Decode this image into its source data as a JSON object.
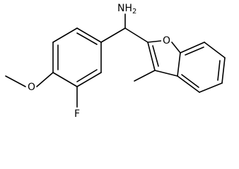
{
  "molecule": {
    "atoms": {
      "amine": "NH",
      "amine_subscript": "2",
      "fluorine": "F",
      "methoxy_oxygen": "O",
      "furan_oxygen": "O"
    }
  },
  "colors": {
    "bond": "#000000",
    "label": "#000000",
    "background": "#ffffff"
  }
}
